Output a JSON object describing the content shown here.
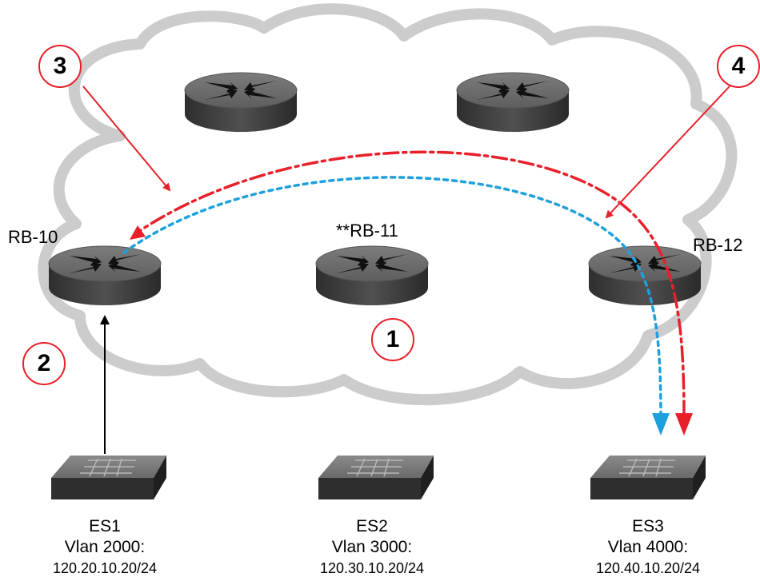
{
  "routers": [
    {
      "id": "rb10",
      "label": "RB-10"
    },
    {
      "id": "rb11",
      "label": "**RB-11"
    },
    {
      "id": "rb12",
      "label": "RB-12"
    }
  ],
  "switches": [
    {
      "name": "ES1",
      "vlan": "Vlan 2000:",
      "ip": "120.20.10.20/24"
    },
    {
      "name": "ES2",
      "vlan": "Vlan 3000:",
      "ip": "120.30.10.20/24"
    },
    {
      "name": "ES3",
      "vlan": "Vlan 4000:",
      "ip": "120.40.10.20/24"
    }
  ],
  "callouts": [
    "1",
    "2",
    "3",
    "4"
  ],
  "colors": {
    "callout_ring": "#e8202a",
    "red_path": "#e8202a",
    "blue_path": "#1ea0dc",
    "cloud_border": "#cccccc",
    "router_body": "#555555"
  }
}
